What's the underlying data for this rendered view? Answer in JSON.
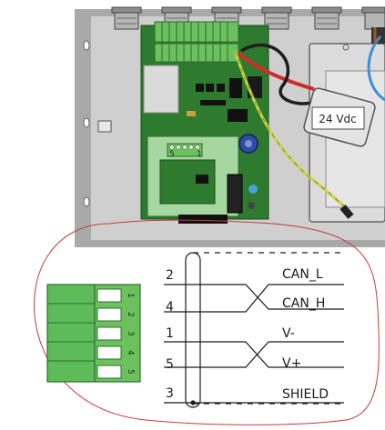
{
  "figure": {
    "power_label": "24 Vdc",
    "small_terminal_labels": [
      "5",
      "1"
    ],
    "connector_pins": [
      "1",
      "2",
      "3",
      "4",
      "5"
    ],
    "wires": [
      {
        "pin": "2",
        "signal": "CAN_L"
      },
      {
        "pin": "4",
        "signal": "CAN_H"
      },
      {
        "pin": "1",
        "signal": "V-"
      },
      {
        "pin": "5",
        "signal": "V+"
      },
      {
        "pin": "3",
        "signal": "SHIELD"
      }
    ]
  }
}
